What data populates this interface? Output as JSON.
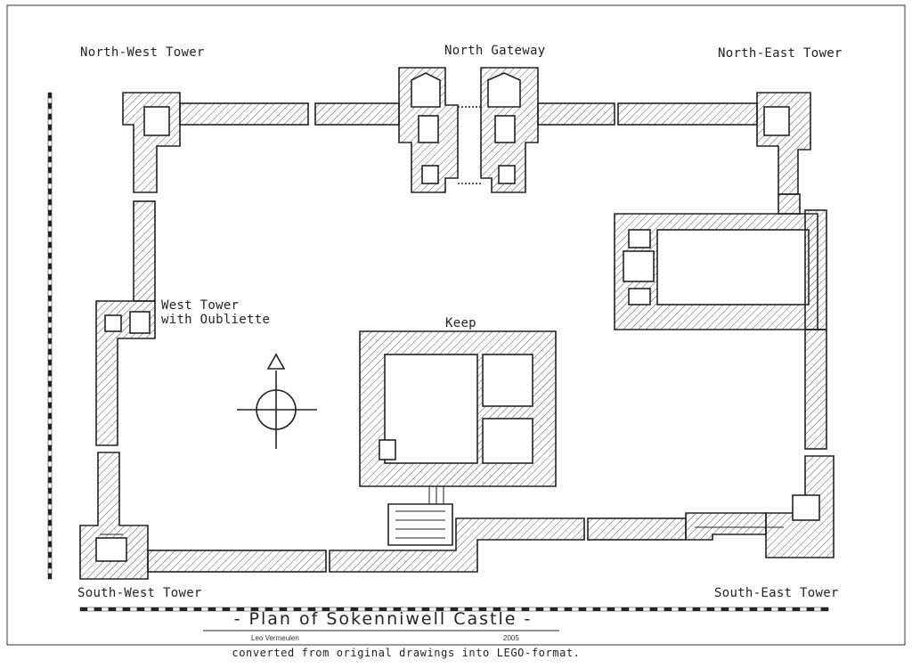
{
  "labels": {
    "north_west_tower": "North-West Tower",
    "north_gateway": "North Gateway",
    "north_east_tower": "North-East Tower",
    "west_tower_line1": "West Tower",
    "west_tower_line2": "with Oubliette",
    "keep": "Keep",
    "south_west_tower": "South-West Tower",
    "south_east_tower": "South-East Tower"
  },
  "title": "-  Plan of Sokenniwell Castle  -",
  "author": "Leo Vermeulen",
  "year": "2005",
  "caption": "converted from original drawings into LEGO-format."
}
